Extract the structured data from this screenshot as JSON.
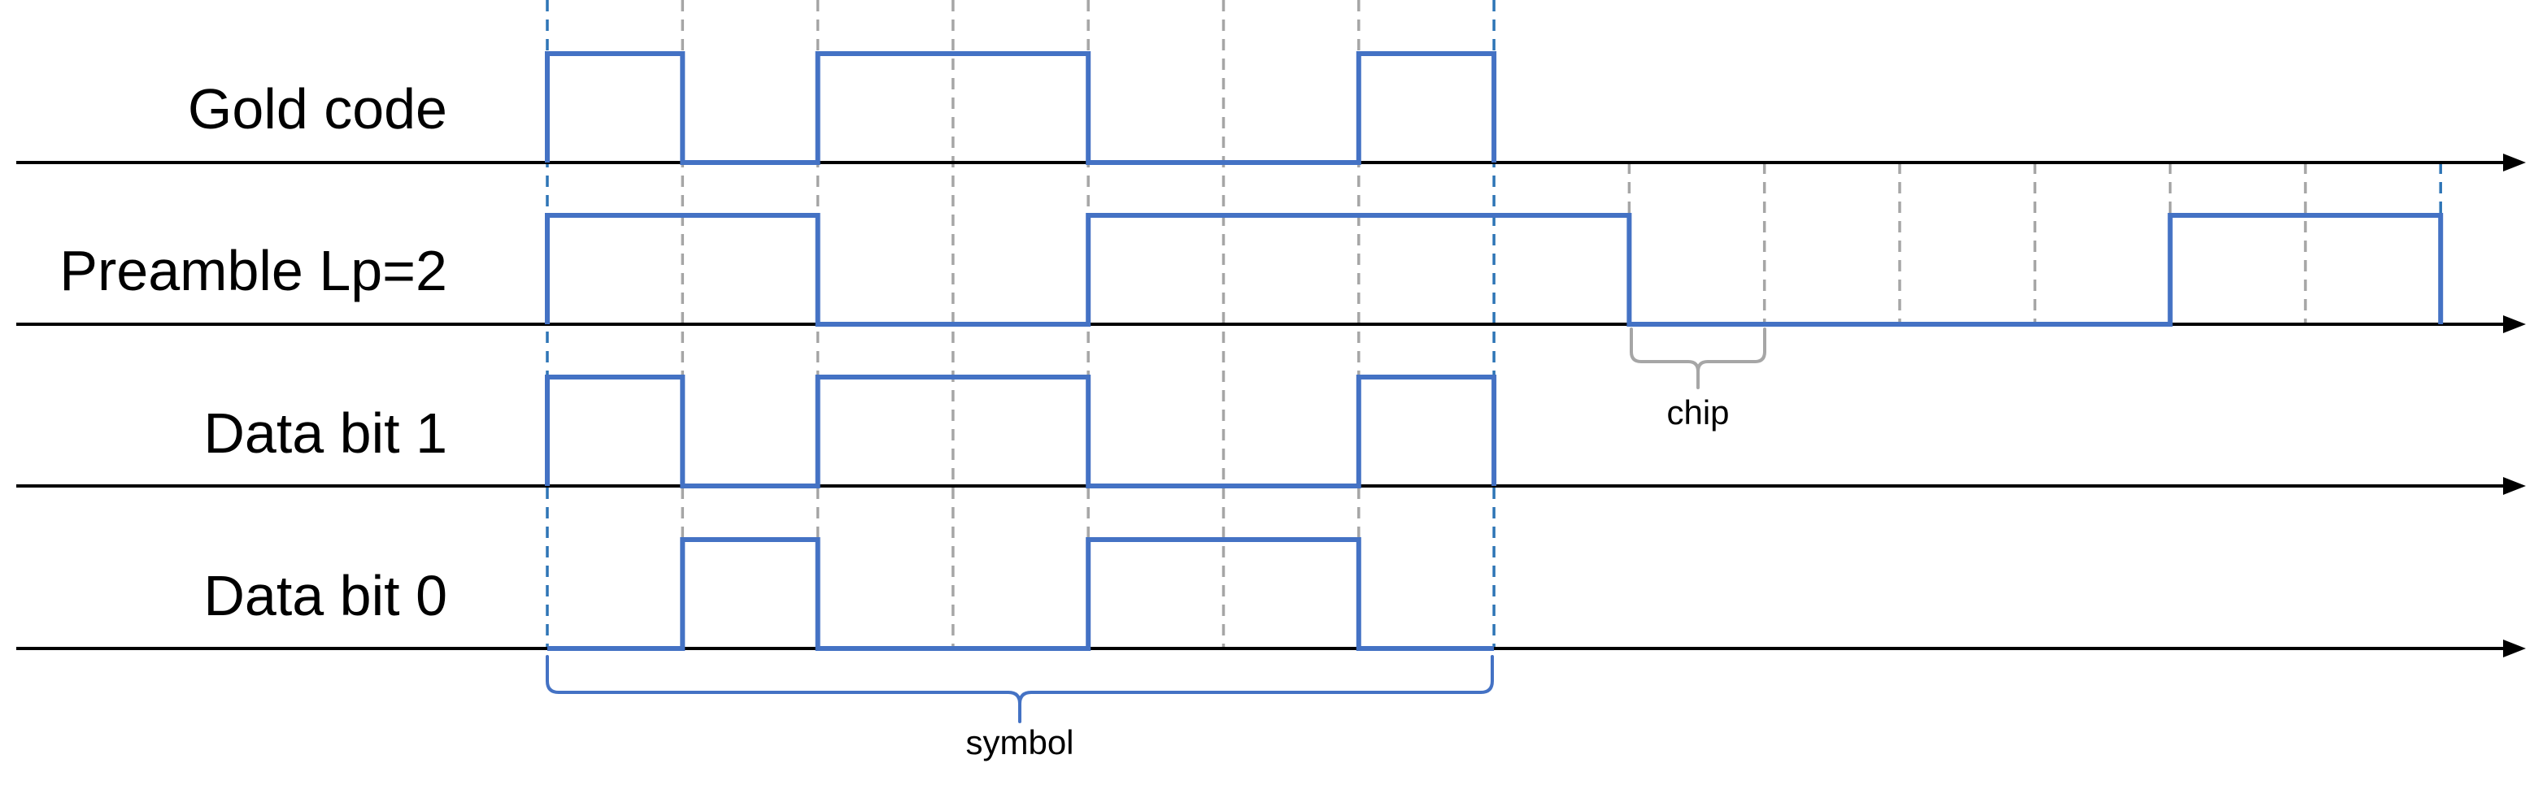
{
  "colors": {
    "signal": "#4472C4",
    "symbol_boundary": "#2E75B6",
    "chip_grid": "#A6A6A6",
    "chip_brace": "#A6A6A6",
    "symbol_brace": "#4472C4",
    "axis": "#000000"
  },
  "rows": [
    {
      "id": "gold-code",
      "label": "Gold code",
      "chips": [
        1,
        0,
        1,
        1,
        0,
        0,
        1
      ]
    },
    {
      "id": "preamble",
      "label": "Preamble Lp=2",
      "chips": [
        1,
        1,
        0,
        0,
        1,
        1,
        1,
        1,
        0,
        0,
        0,
        0,
        1,
        1
      ]
    },
    {
      "id": "data-bit-1",
      "label": "Data bit 1",
      "chips": [
        1,
        0,
        1,
        1,
        0,
        0,
        1
      ]
    },
    {
      "id": "data-bit-0",
      "label": "Data bit 0",
      "chips": [
        0,
        1,
        0,
        0,
        1,
        1,
        0
      ]
    }
  ],
  "annotations": {
    "chip_label": "chip",
    "symbol_label": "symbol"
  }
}
